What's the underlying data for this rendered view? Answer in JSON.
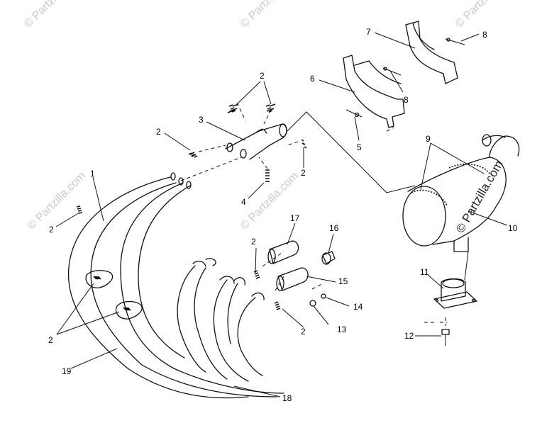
{
  "watermark": "© Partzilla.com",
  "callouts": {
    "c1": "1",
    "c2a": "2",
    "c2b": "2",
    "c2c": "2",
    "c2d": "2",
    "c2e": "2",
    "c2f": "2",
    "c2g": "2",
    "c3": "3",
    "c4": "4",
    "c5": "5",
    "c6": "6",
    "c7": "7",
    "c8a": "8",
    "c8b": "8",
    "c9": "9",
    "c10": "10",
    "c11": "11",
    "c12": "12",
    "c13": "13",
    "c14": "14",
    "c15": "15",
    "c16": "16",
    "c17": "17",
    "c18": "18",
    "c19": "19"
  }
}
